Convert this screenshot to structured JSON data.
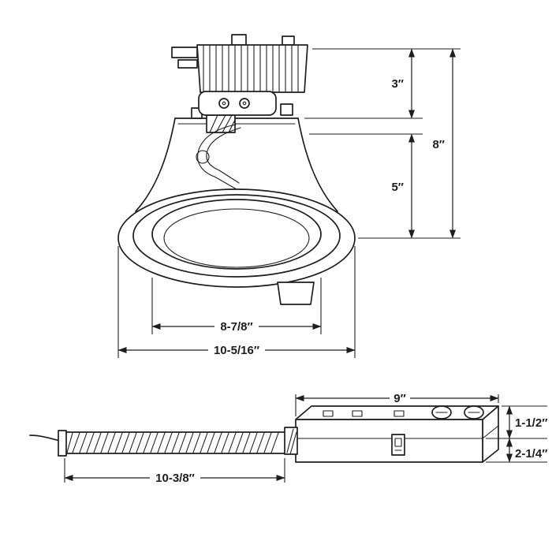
{
  "page": {
    "background": "#ffffff",
    "line_color": "#1e1e1e"
  },
  "fixture_diagram": {
    "name": "recessed-downlight-front-view",
    "dims": {
      "heatsink_height": "3″",
      "overall_height": "8″",
      "housing_height": "5″",
      "aperture_diameter": "8-7/8″",
      "flange_diameter": "10-5/16″"
    }
  },
  "driver_diagram": {
    "name": "remote-driver-junction-box-view",
    "dims": {
      "box_length": "9″",
      "box_upper_height": "1-1/2″",
      "box_overall_height": "2-1/4″",
      "conduit_length": "10-3/8″"
    }
  }
}
